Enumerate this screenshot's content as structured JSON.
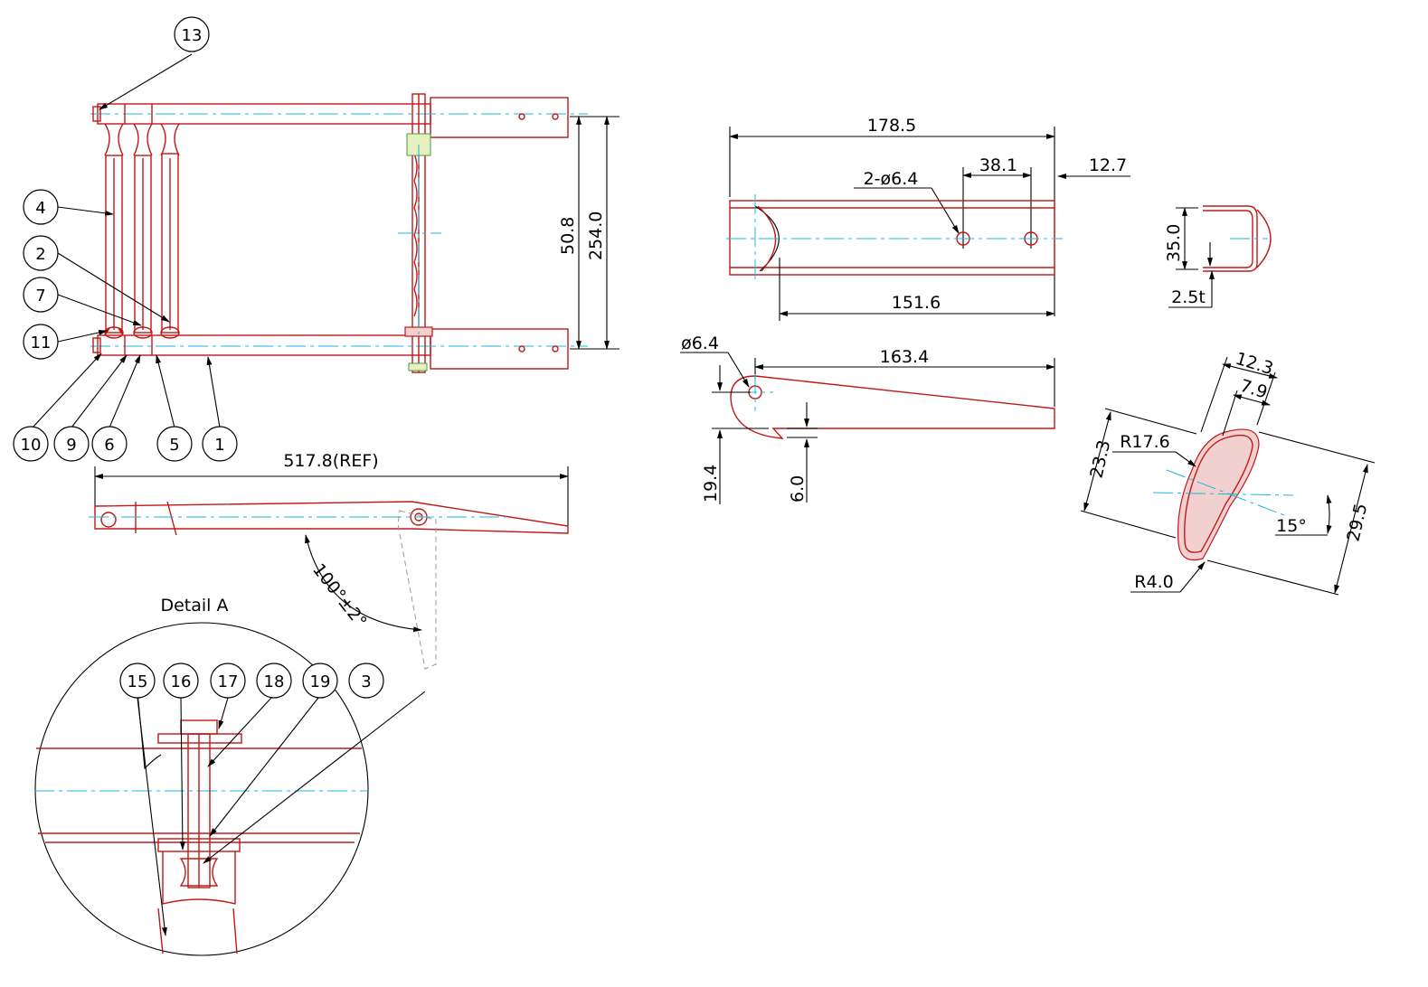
{
  "colors": {
    "part_lines": "#c01818",
    "center_lines": "#1ab8d8",
    "dimension_lines": "#000000",
    "hidden_lines": "#9a9a9a"
  },
  "balloons": {
    "b1": "1",
    "b2": "2",
    "b3": "3",
    "b4": "4",
    "b5": "5",
    "b6": "6",
    "b7": "7",
    "b9": "9",
    "b10": "10",
    "b11": "11",
    "b13": "13",
    "b15": "15",
    "b16": "16",
    "b17": "17",
    "b18": "18",
    "b19": "19"
  },
  "dimensions": {
    "height_inner": "50.8",
    "height_overall": "254.0",
    "length_ref": "517.8(REF)",
    "angle": "100°±2°",
    "rail_length": "178.5",
    "hole_spacing": "38.1",
    "holes": "2-ø6.4",
    "end_offset": "12.7",
    "slot_length": "151.6",
    "channel_height": "35.0",
    "thickness": "2.5t",
    "pivot_hole": "ø6.4",
    "arm_length": "163.4",
    "arm_height": "19.4",
    "arm_tip": "6.0",
    "prof_width": "12.3",
    "prof_inner": "7.9",
    "prof_height": "23.3",
    "prof_radius_large": "R17.6",
    "prof_depth": "29.5",
    "prof_angle": "15°",
    "prof_radius_small": "R4.0"
  },
  "labels": {
    "detail": "Detail A"
  }
}
